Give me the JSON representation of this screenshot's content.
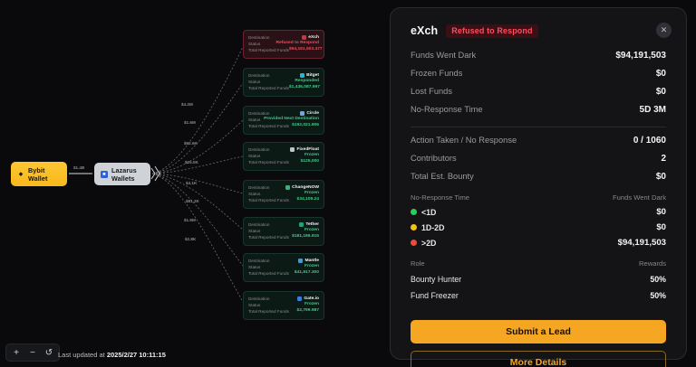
{
  "graph": {
    "nodes": [
      {
        "label": "Bybit Wallet",
        "icon": "bybit-icon"
      },
      {
        "label": "Lazarus Wallets",
        "icon": "lazarus-icon"
      }
    ],
    "main_edge_label": "$1.4B",
    "edge_labels": [
      "$4.2M",
      "$1.6M",
      "$52.6K",
      "$25.0K",
      "$4.1K",
      "$81.2K",
      "$1.9M",
      "$2.8K"
    ],
    "card_field_labels": {
      "destination": "Destination",
      "status": "Status",
      "total": "Total Reported Funds"
    },
    "cards": [
      {
        "destination": "eXch",
        "status": "Refused to Respond",
        "total": "$94,191,503.477",
        "theme": "red",
        "dot": "#d0333f"
      },
      {
        "destination": "Bitget",
        "status": "Responded",
        "total": "$1,436,087.997",
        "theme": "green",
        "dot": "#23b7d4"
      },
      {
        "destination": "Circle",
        "status": "Provided Next Destination",
        "total": "$192,021.906",
        "theme": "green",
        "dot": "#6fa5e8"
      },
      {
        "destination": "FixedFloat",
        "status": "Frozen",
        "total": "$125,000",
        "theme": "green",
        "dot": "#c0c4ca"
      },
      {
        "destination": "ChangeNOW",
        "status": "Frozen",
        "total": "$34,109.24",
        "theme": "green",
        "dot": "#2fb574"
      },
      {
        "destination": "Tether",
        "status": "Frozen",
        "total": "$181,186.915",
        "theme": "green",
        "dot": "#24a17a"
      },
      {
        "destination": "Mantle",
        "status": "Frozen",
        "total": "$41,917.300",
        "theme": "green",
        "dot": "#3f9bd6"
      },
      {
        "destination": "Gate.io",
        "status": "Frozen",
        "total": "$2,799.987",
        "theme": "green",
        "dot": "#3b7ce0"
      }
    ]
  },
  "zoom_controls": {
    "zoom_in": "+",
    "zoom_out": "−",
    "reset": "↺"
  },
  "footer": {
    "last_updated_prefix": "Last updated at",
    "last_updated_value": "2025/2/27 10:11:15"
  },
  "panel": {
    "exchange": "eXch",
    "badge": "Refused to Respond",
    "close": "✕",
    "stats_primary": [
      {
        "label": "Funds Went Dark",
        "value": "$94,191,503"
      },
      {
        "label": "Frozen Funds",
        "value": "$0"
      },
      {
        "label": "Lost Funds",
        "value": "$0"
      },
      {
        "label": "No-Response Time",
        "value": "5D 3M"
      }
    ],
    "stats_secondary": [
      {
        "label": "Action Taken / No Response",
        "value": "0 / 1060"
      },
      {
        "label": "Contributors",
        "value": "2"
      },
      {
        "label": "Total Est. Bounty",
        "value": "$0"
      }
    ],
    "breakdown": {
      "col_left": "No-Response Time",
      "col_right": "Funds Went Dark",
      "rows": [
        {
          "label": "<1D",
          "value": "$0",
          "color": "#2ecc5f"
        },
        {
          "label": "1D-2D",
          "value": "$0",
          "color": "#f1c40f"
        },
        {
          "label": ">2D",
          "value": "$94,191,503",
          "color": "#e74c3c"
        }
      ]
    },
    "roles": {
      "col_left": "Role",
      "col_right": "Rewards",
      "rows": [
        {
          "label": "Bounty Hunter",
          "value": "50%"
        },
        {
          "label": "Fund Freezer",
          "value": "50%"
        }
      ]
    },
    "primary_button": "Submit a Lead",
    "secondary_button": "More Details"
  }
}
